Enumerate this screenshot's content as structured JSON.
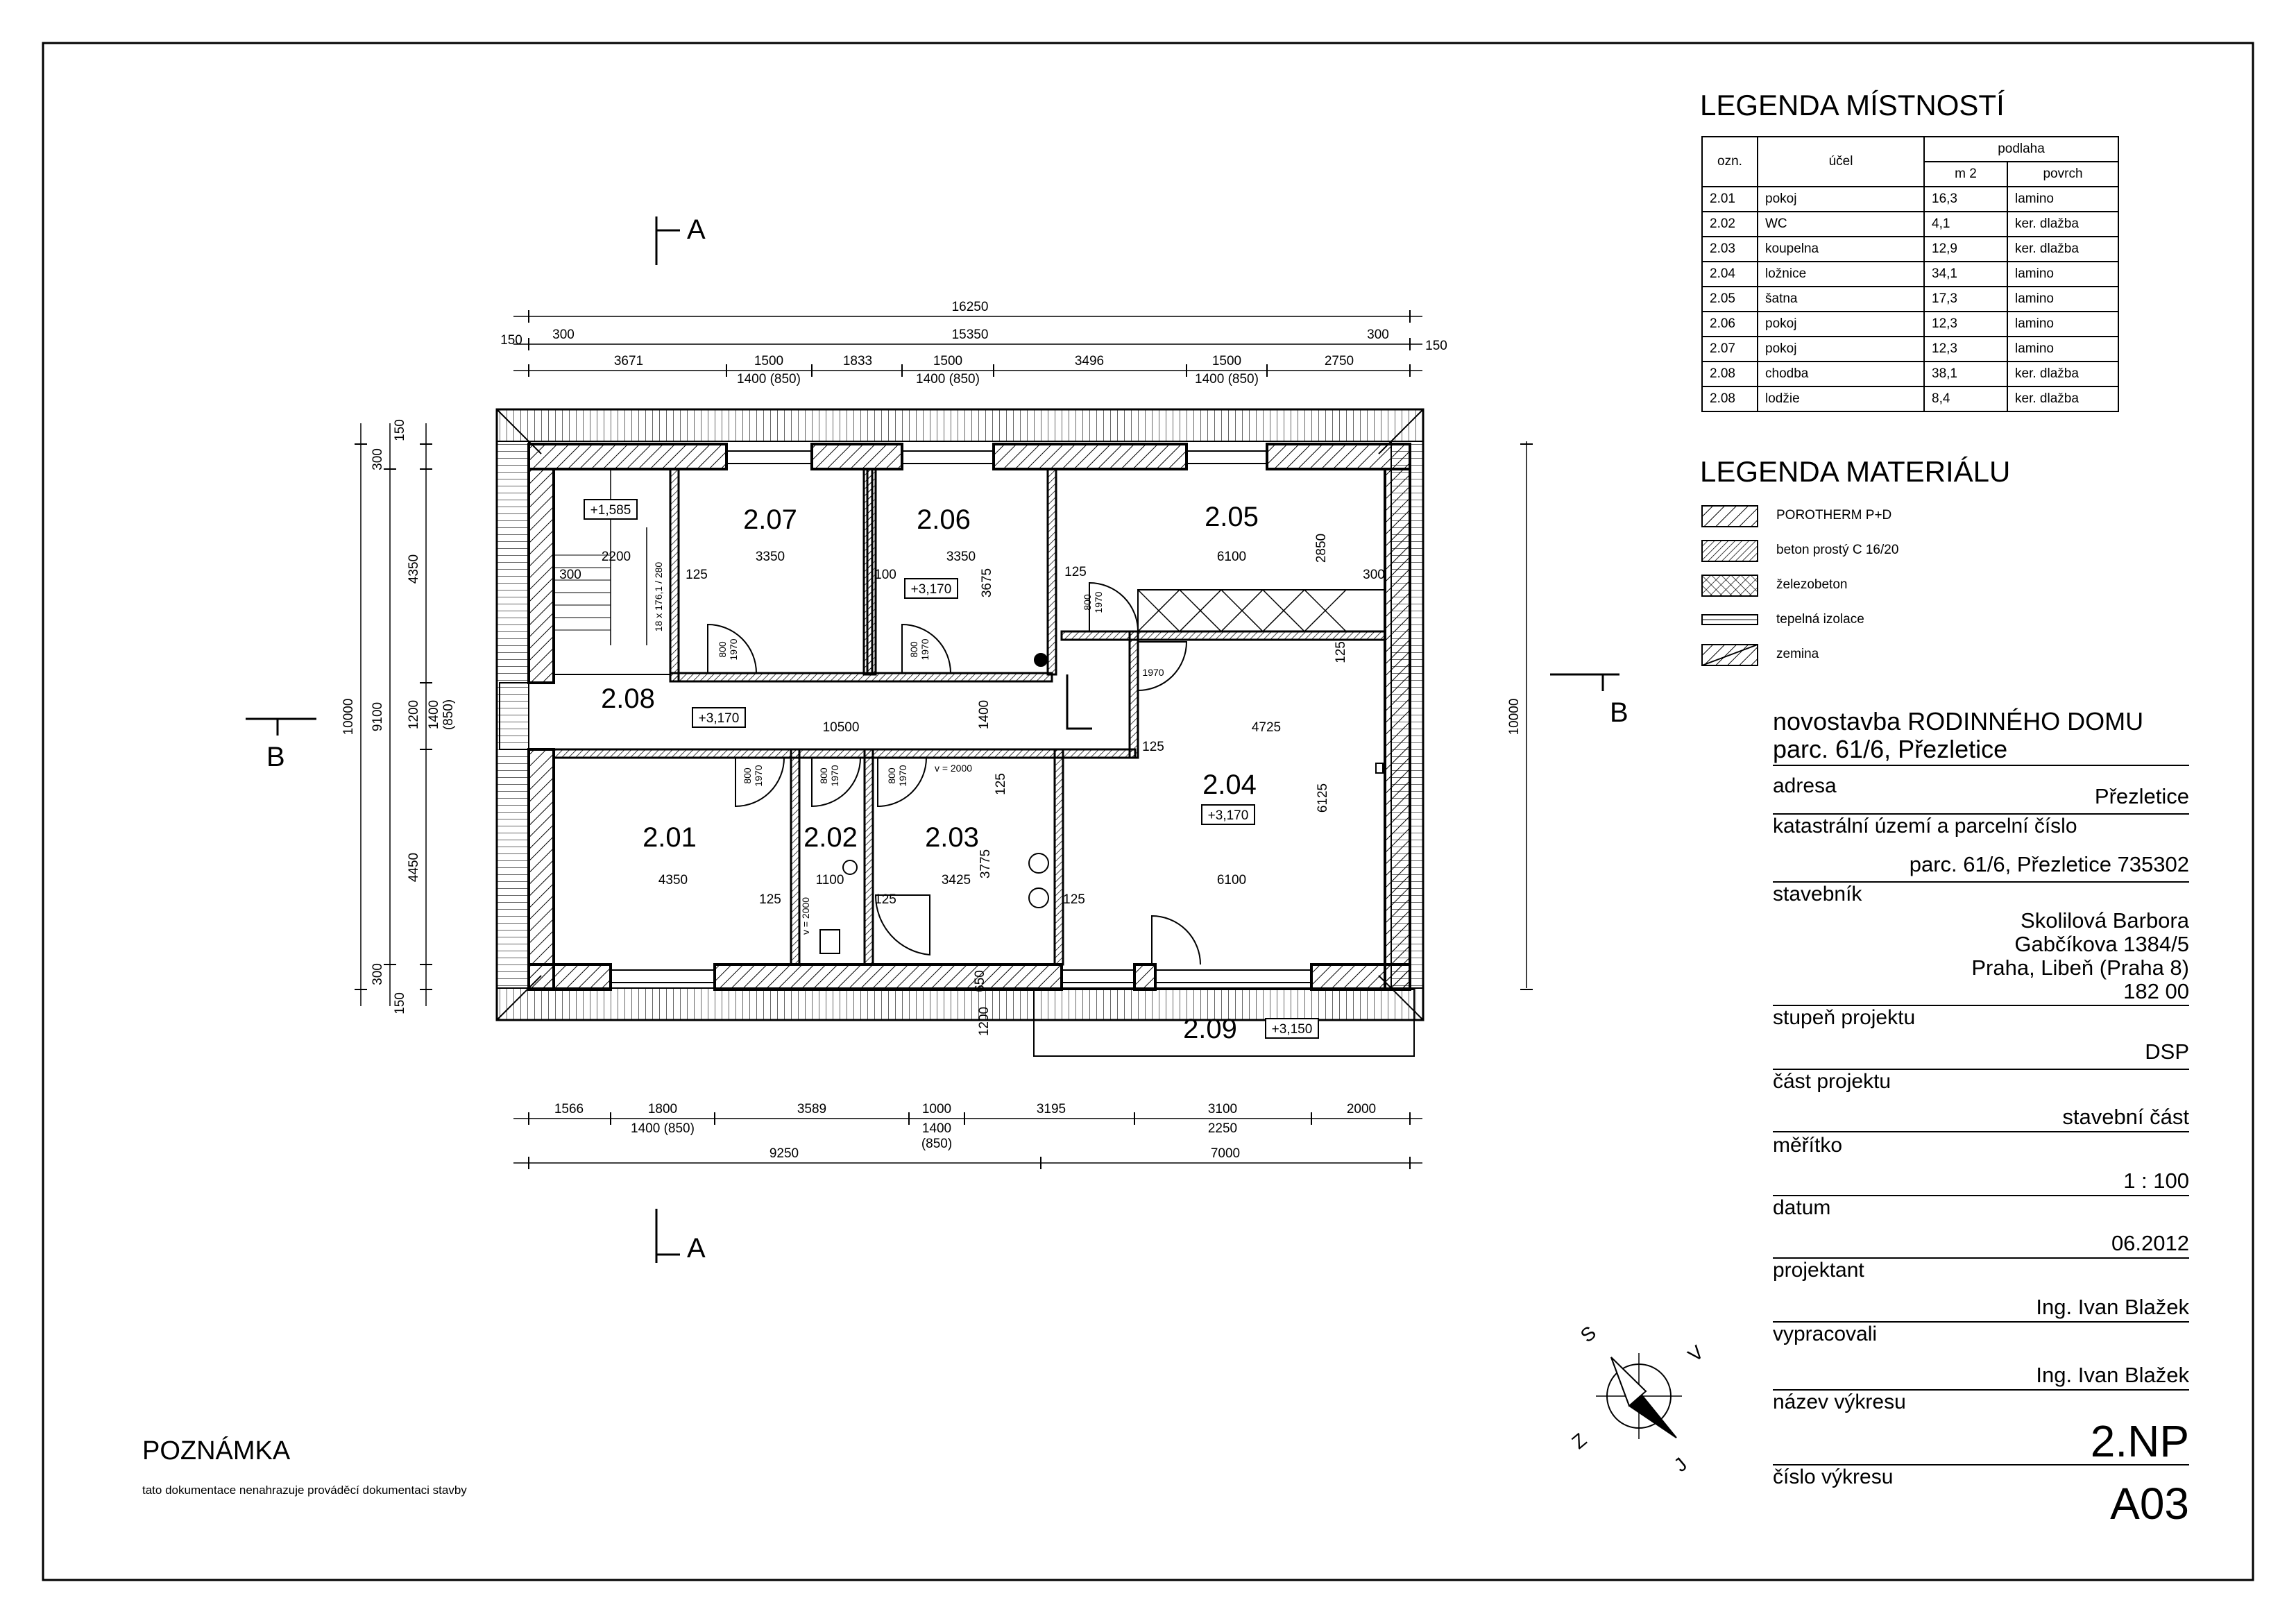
{
  "room_legend": {
    "title": "LEGENDA MÍSTNOSTÍ",
    "header": {
      "code": "ozn.",
      "purpose": "účel",
      "floor": "podlaha",
      "area_unit": "m 2",
      "surface": "povrch"
    },
    "rows": [
      {
        "code": "2.01",
        "purpose": "pokoj",
        "area": "16,3",
        "surface": "lamino"
      },
      {
        "code": "2.02",
        "purpose": "WC",
        "area": "4,1",
        "surface": "ker. dlažba"
      },
      {
        "code": "2.03",
        "purpose": "koupelna",
        "area": "12,9",
        "surface": "ker. dlažba"
      },
      {
        "code": "2.04",
        "purpose": "ložnice",
        "area": "34,1",
        "surface": "lamino"
      },
      {
        "code": "2.05",
        "purpose": "šatna",
        "area": "17,3",
        "surface": "lamino"
      },
      {
        "code": "2.06",
        "purpose": "pokoj",
        "area": "12,3",
        "surface": "lamino"
      },
      {
        "code": "2.07",
        "purpose": "pokoj",
        "area": "12,3",
        "surface": "lamino"
      },
      {
        "code": "2.08",
        "purpose": "chodba",
        "area": "38,1",
        "surface": "ker. dlažba"
      },
      {
        "code": "2.08",
        "purpose": "lodžie",
        "area": "8,4",
        "surface": "ker. dlažba"
      }
    ]
  },
  "material_legend": {
    "title": "LEGENDA MATERIÁLU",
    "items": [
      {
        "label": "POROTHERM P+D",
        "pattern": "diag"
      },
      {
        "label": "beton prostý C 16/20",
        "pattern": "dense"
      },
      {
        "label": "železobeton",
        "pattern": "cross"
      },
      {
        "label": "tepelná izolace",
        "pattern": "insul"
      },
      {
        "label": "zemina",
        "pattern": "soil"
      }
    ]
  },
  "title_block": {
    "project_line1": "novostavba RODINNÉHO DOMU",
    "project_line2": "parc. 61/6, Přezletice",
    "address_label": "adresa",
    "address_value": "Přezletice",
    "cadastre_label": "katastrální území a parcelní číslo",
    "cadastre_value": "parc. 61/6, Přezletice 735302",
    "investor_label": "stavebník",
    "investor_lines": [
      "Skolilová Barbora",
      "Gabčíkova 1384/5",
      "Praha, Libeň (Praha 8)",
      "182 00"
    ],
    "stage_label": "stupeň projektu",
    "stage_value": "DSP",
    "part_label": "část projektu",
    "part_value": "stavební část",
    "scale_label": "měřítko",
    "scale_value": "1 : 100",
    "date_label": "datum",
    "date_value": "06.2012",
    "designer_label": "projektant",
    "designer_value": "Ing. Ivan Blažek",
    "drawn_label": "vypracovali",
    "drawn_value": "Ing. Ivan Blažek",
    "drawing_name_label": "název výkresu",
    "drawing_name_value": "2.NP",
    "drawing_no_label": "číslo výkresu",
    "drawing_no_value": "A03"
  },
  "note": {
    "title": "POZNÁMKA",
    "text": "tato dokumentace nenahrazuje prováděcí dokumentaci stavby"
  },
  "sections": {
    "a": "A",
    "b": "B"
  },
  "compass": {
    "s": "S",
    "v": "V",
    "j": "J",
    "z": "Z"
  },
  "rooms": [
    {
      "code": "2.07"
    },
    {
      "code": "2.06"
    },
    {
      "code": "2.05"
    },
    {
      "code": "2.08"
    },
    {
      "code": "2.01"
    },
    {
      "code": "2.02"
    },
    {
      "code": "2.03"
    },
    {
      "code": "2.04"
    },
    {
      "code": "2.09"
    }
  ],
  "levels": [
    "+1,585",
    "+3,170",
    "+3,170",
    "+3,170",
    "+3,150"
  ],
  "dimensions": {
    "top_total": "16250",
    "top_inner": "15350",
    "top_edge": [
      "150",
      "300",
      "300",
      "150"
    ],
    "top_segments": [
      "3671",
      "1500",
      "1833",
      "1500",
      "3496",
      "1500",
      "2750"
    ],
    "top_windows": [
      "1400 (850)",
      "1400 (850)",
      "1400 (850)"
    ],
    "bottom_segments": [
      "1566",
      "1800",
      "3589",
      "1000",
      "3195",
      "3100",
      "2000"
    ],
    "bottom_sub": [
      "1400 (850)",
      "1400",
      "(850)",
      "2250"
    ],
    "bottom_totals": [
      "9250",
      "7000"
    ],
    "left_outer": "10000",
    "left_inner": "9100",
    "left_segments": [
      "150",
      "300",
      "4350",
      "1200",
      "4450",
      "300",
      "150"
    ],
    "left_window": [
      "1400",
      "(850)"
    ],
    "right_outer": "10000",
    "interior": [
      "2200",
      "300",
      "3350",
      "125",
      "3350",
      "100",
      "3675",
      "125",
      "6100",
      "2850",
      "300",
      "125",
      "10500",
      "1400",
      "4725",
      "125",
      "6125",
      "4350",
      "125",
      "1100",
      "3425",
      "3775",
      "125",
      "125",
      "6100",
      "125",
      "1200",
      "650",
      "v = 2000",
      "v = 2000",
      "18 x 176,1 / 280"
    ],
    "doors": [
      "800",
      "1970",
      "800",
      "1970",
      "800",
      "1970",
      "1970",
      "800",
      "1970",
      "800",
      "1970",
      "800",
      "1970"
    ]
  }
}
